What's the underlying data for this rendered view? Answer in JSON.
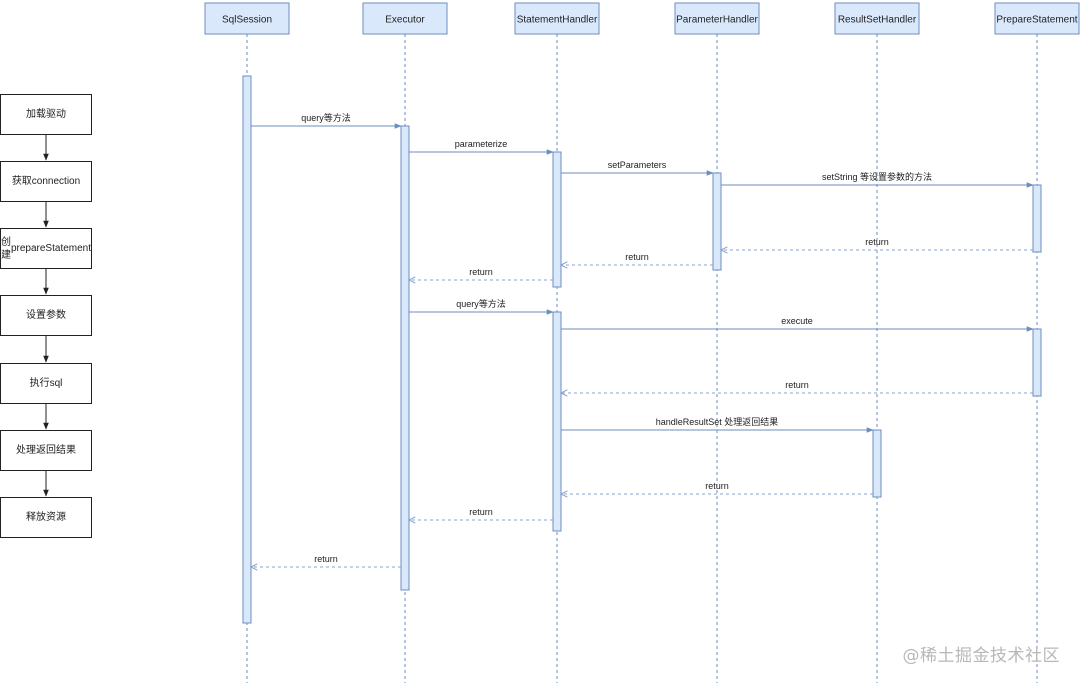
{
  "participants": [
    "SqlSession",
    "Executor",
    "StatementHandler",
    "ParameterHandler",
    "ResultSetHandler",
    "PrepareStatement"
  ],
  "messages": [
    {
      "label": "query等方法",
      "from": 0,
      "to": 1,
      "kind": "call"
    },
    {
      "label": "parameterize",
      "from": 1,
      "to": 2,
      "kind": "call"
    },
    {
      "label": "setParameters",
      "from": 2,
      "to": 3,
      "kind": "call"
    },
    {
      "label": "setString 等设置参数的方法",
      "from": 3,
      "to": 5,
      "kind": "call"
    },
    {
      "label": "return",
      "from": 5,
      "to": 3,
      "kind": "return"
    },
    {
      "label": "return",
      "from": 3,
      "to": 2,
      "kind": "return"
    },
    {
      "label": "return",
      "from": 2,
      "to": 1,
      "kind": "return"
    },
    {
      "label": "query等方法",
      "from": 1,
      "to": 2,
      "kind": "call"
    },
    {
      "label": "execute",
      "from": 2,
      "to": 5,
      "kind": "call"
    },
    {
      "label": "return",
      "from": 5,
      "to": 2,
      "kind": "return"
    },
    {
      "label": "handleResultSet 处理返回结果",
      "from": 2,
      "to": 4,
      "kind": "call"
    },
    {
      "label": "return",
      "from": 4,
      "to": 2,
      "kind": "return"
    },
    {
      "label": "return",
      "from": 2,
      "to": 1,
      "kind": "return"
    },
    {
      "label": "return",
      "from": 1,
      "to": 0,
      "kind": "return"
    }
  ],
  "flow_steps": [
    {
      "lines": [
        "加载驱动"
      ]
    },
    {
      "lines": [
        "获取connection"
      ]
    },
    {
      "lines": [
        "创建",
        "prepareStatement"
      ]
    },
    {
      "lines": [
        "设置参数"
      ]
    },
    {
      "lines": [
        "执行sql"
      ]
    },
    {
      "lines": [
        "处理返回结果"
      ]
    },
    {
      "lines": [
        "释放资源"
      ]
    }
  ],
  "watermark": "@稀土掘金技术社区",
  "colors": {
    "box_fill": "#dae8fc",
    "box_stroke": "#6c8ebf",
    "call_line": "#6c8ebf",
    "return_line": "#8aa4cf",
    "flow_stroke": "#222222"
  }
}
